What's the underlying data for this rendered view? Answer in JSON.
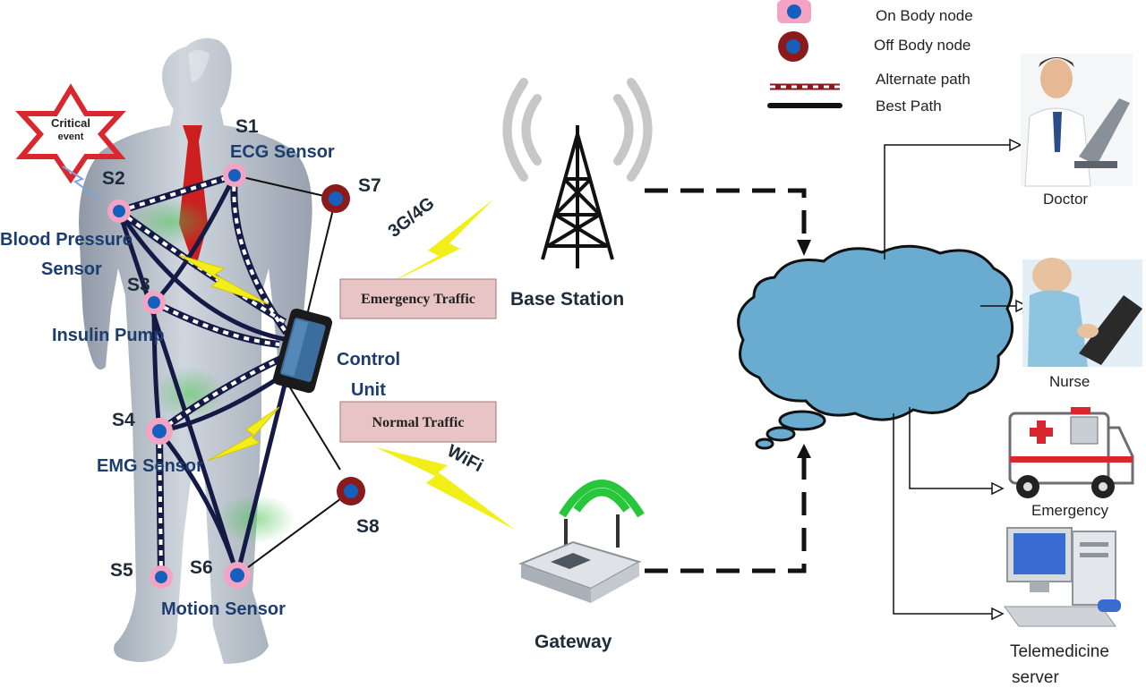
{
  "star_label_line1": "Critical",
  "star_label_line2": "event",
  "legend": {
    "on_body": "On Body node",
    "off_body": "Off Body node",
    "alternate": "Alternate path",
    "best": "Best Path"
  },
  "sensors": {
    "s1": {
      "id": "S1",
      "name": "ECG Sensor"
    },
    "s2": {
      "id": "S2",
      "name_line1": "Blood Pressure",
      "name_line2": "Sensor"
    },
    "s3": {
      "id": "S3",
      "name": "Insulin Pump"
    },
    "s4": {
      "id": "S4",
      "name": "EMG Sensor"
    },
    "s5": {
      "id": "S5"
    },
    "s6": {
      "id": "S6",
      "name": "Motion Sensor"
    },
    "s7": {
      "id": "S7"
    },
    "s8": {
      "id": "S8"
    }
  },
  "control_unit": {
    "line1": "Control",
    "line2": "Unit"
  },
  "links": {
    "cellular": "3G/4G",
    "wifi": "WiFi"
  },
  "traffic": {
    "emergency": "Emergency Traffic",
    "normal": "Normal Traffic"
  },
  "base_station": "Base Station",
  "gateway": "Gateway",
  "receivers": {
    "doctor": "Doctor",
    "nurse": "Nurse",
    "emergency": "Emergency",
    "server_line1": "Telemedicine",
    "server_line2": "server"
  },
  "colors": {
    "on_body_ring": "#f4a3c4",
    "node_core": "#1560bd",
    "off_body_ring": "#8b1a1a",
    "path": "#141a45",
    "cloud": "#6aaccf",
    "bolt": "#f2ee1a",
    "traffic_box": "#e8c4c4",
    "wifi_green": "#28c63a",
    "star": "#d8272f"
  }
}
